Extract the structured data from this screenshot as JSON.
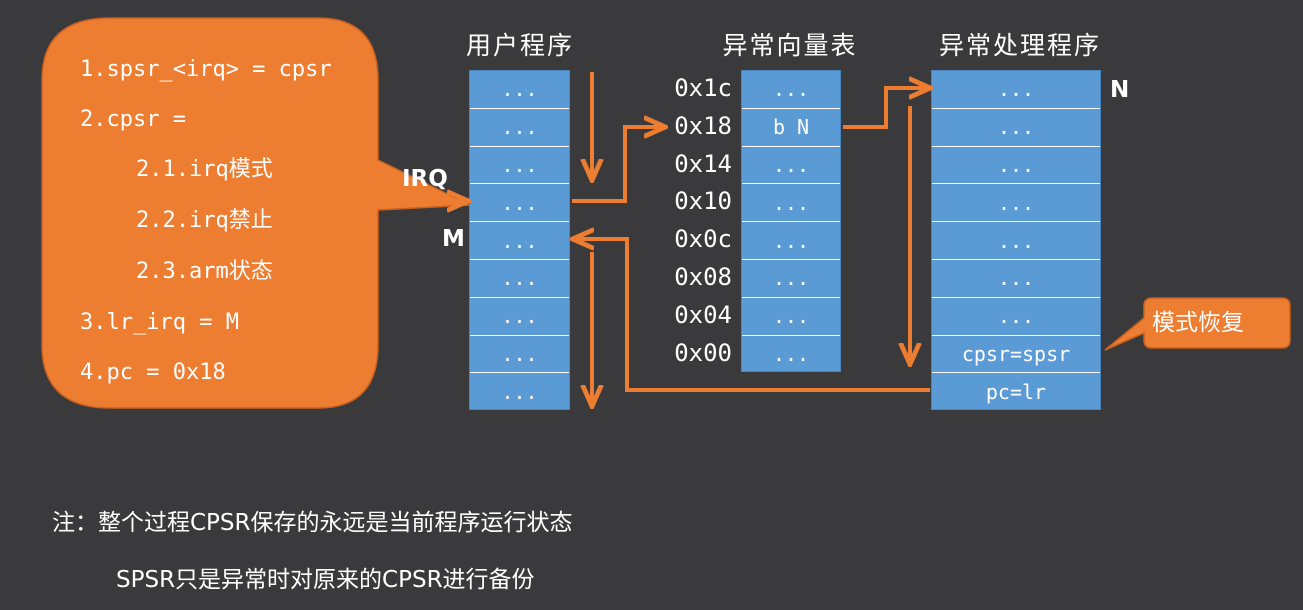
{
  "colors": {
    "background": "#3a3a3d",
    "orange": "#ed7d31",
    "blue": "#5b9bd5",
    "text": "#ffffff"
  },
  "callout": {
    "steps": [
      "1.spsr_<irq> = cpsr",
      "2.cpsr =",
      "2.1.irq模式",
      "2.2.irq禁止",
      "2.3.arm状态",
      "3.lr_irq = M",
      "4.pc = 0x18"
    ]
  },
  "user_program": {
    "title": "用户程序",
    "cells": [
      "...",
      "...",
      "...",
      "...",
      "...",
      "...",
      "...",
      "...",
      "..."
    ],
    "irq_label": "IRQ",
    "m_label": "M"
  },
  "vector_table": {
    "title": "异常向量表",
    "addresses": [
      "0x1c",
      "0x18",
      "0x14",
      "0x10",
      "0x0c",
      "0x08",
      "0x04",
      "0x00"
    ],
    "cells": [
      "...",
      "b N",
      "...",
      "...",
      "...",
      "...",
      "...",
      "..."
    ]
  },
  "handler": {
    "title": "异常处理程序",
    "n_label": "N",
    "cells": [
      "...",
      "...",
      "...",
      "...",
      "...",
      "...",
      "...",
      "cpsr=spsr",
      "pc=lr"
    ]
  },
  "restore_callout": {
    "text": "模式恢复"
  },
  "notes": {
    "line1": "注：整个过程CPSR保存的永远是当前程序运行状态",
    "line2": "SPSR只是异常时对原来的CPSR进行备份"
  }
}
